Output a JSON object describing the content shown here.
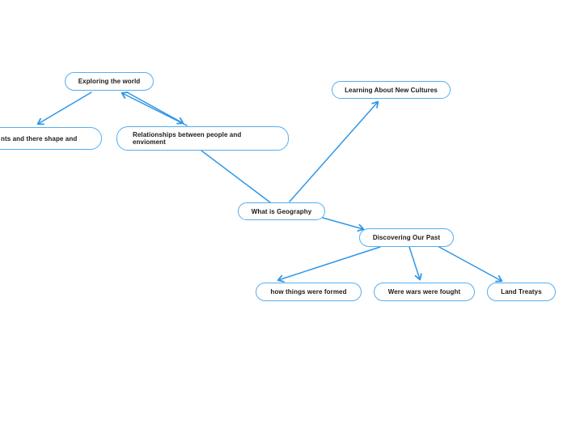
{
  "diagram": {
    "type": "mind-map",
    "colors": {
      "node_border": "#55aef0",
      "node_fill": "#ffffff",
      "edge": "#2f96e8",
      "text": "#1a1a1a",
      "background": "#ffffff"
    },
    "nodes": [
      {
        "id": "exploring",
        "label": "Exploring the world"
      },
      {
        "id": "learning",
        "label": "Learning About New Cultures"
      },
      {
        "id": "continents",
        "label": "nts and there shape and",
        "note": "clipped at left edge of screen"
      },
      {
        "id": "relationships",
        "label": "Relationships between people and envioment"
      },
      {
        "id": "geography",
        "label": "What is Geography"
      },
      {
        "id": "discovering",
        "label": "Discovering Our Past"
      },
      {
        "id": "how_things",
        "label": "how things were formed"
      },
      {
        "id": "were_wars",
        "label": "Were wars were fought"
      },
      {
        "id": "land_treatys",
        "label": "Land Treatys"
      }
    ],
    "edges": [
      {
        "from": "exploring",
        "to": "continents",
        "arrowhead": "to"
      },
      {
        "from": "relationships",
        "to": "exploring",
        "arrowhead": "to"
      },
      {
        "from": "exploring",
        "to": "relationships",
        "arrowhead": "to"
      },
      {
        "from": "relationships",
        "to": "geography",
        "arrowhead": "none"
      },
      {
        "from": "geography",
        "to": "learning",
        "arrowhead": "to"
      },
      {
        "from": "geography",
        "to": "discovering",
        "arrowhead": "to"
      },
      {
        "from": "discovering",
        "to": "how_things",
        "arrowhead": "to"
      },
      {
        "from": "discovering",
        "to": "were_wars",
        "arrowhead": "to"
      },
      {
        "from": "discovering",
        "to": "land_treatys",
        "arrowhead": "to"
      }
    ]
  }
}
